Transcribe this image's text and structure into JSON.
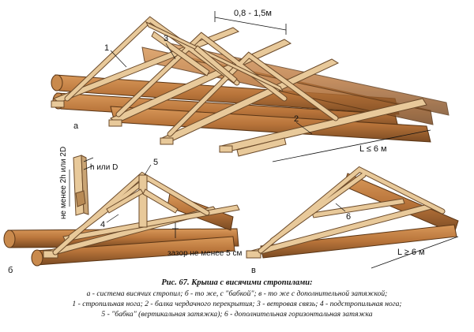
{
  "figure": {
    "panel_labels": {
      "a": "а",
      "b": "б",
      "v": "в"
    },
    "dimensions": {
      "spacing": "0,8 - 1,5м",
      "span_a": "L ≤ 6 м",
      "span_v": "L ≥ 6 м",
      "post_height": "не менее 2h или 2D",
      "post_section": "h или D",
      "gap": "зазор не менее 5 см"
    },
    "callouts": {
      "n1": "1",
      "n2": "2",
      "n3": "3",
      "n4": "4",
      "n5": "5",
      "n6": "6"
    }
  },
  "caption": {
    "title": "Рис. 67. Крыша с висячими стропилами:",
    "line1": "а - система висячих стропил; б - то же, с \"бабкой\"; в - то же с дополнительной затяжкой;",
    "line2": "1 - стропильная нога; 2 - балка чердачного перекрытия; 3 - ветровая связь; 4 - подстропильная нога;",
    "line3": "5 - \"бабка\" (вертикальная затяжка); 6 - дополнительная горизонтальная затяжка"
  },
  "colors": {
    "wood": "#e8c99a",
    "wood_edge": "#6b4a2a",
    "log": "#b8743a",
    "log_dark": "#7a4a22"
  }
}
